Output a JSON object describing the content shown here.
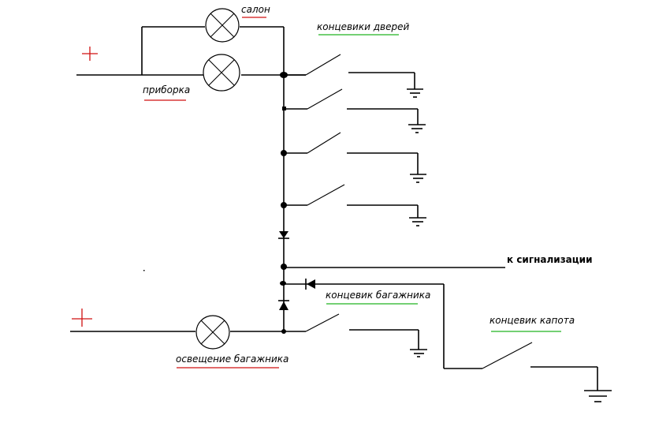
{
  "diagram": {
    "title": "",
    "colors": {
      "wire": "#000000",
      "plus_sign": "#d01010",
      "underline_lamp": "#d01010",
      "underline_switch": "#22b422"
    },
    "labels": {
      "salon": "салон",
      "priborka": "приборка",
      "door_switches": "концевики дверей",
      "to_alarm": "к сигнализации",
      "trunk_switch": "концевик багажника",
      "hood_switch": "концевик капота",
      "trunk_light": "освещение багажника",
      "plus_top": "+",
      "plus_bottom": "+"
    },
    "components": {
      "lamps": [
        "салон",
        "приборка",
        "освещение багажника"
      ],
      "switches": [
        "концевик двери 1",
        "концевик двери 2",
        "концевик двери 3",
        "концевик двери 4",
        "концевик багажника",
        "концевик капота"
      ],
      "diodes": 3,
      "grounds": 6
    }
  }
}
